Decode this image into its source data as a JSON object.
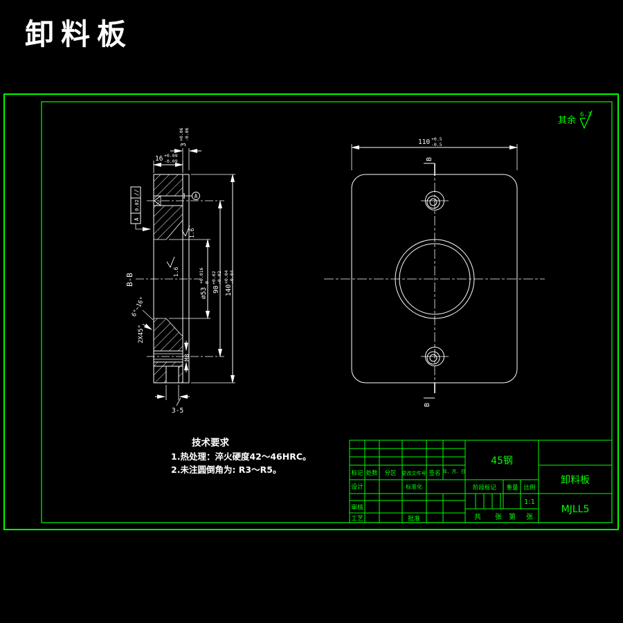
{
  "title": "卸料板",
  "colors": {
    "background": "#000000",
    "frame": "#00ff00",
    "lines": "#ffffff",
    "title_red": "#ee1111"
  },
  "surface_note": {
    "label": "其余",
    "roughness": "6.3"
  },
  "section_view": {
    "label": "B-B",
    "dim_thickness": {
      "value": "16",
      "upper": "+0.09",
      "lower": "-0.09"
    },
    "dim_step": {
      "value": "3",
      "upper": "+0.06",
      "lower": "-0.06"
    },
    "dim_bore": {
      "value": "∅53",
      "upper": "+0.016",
      "lower": "0"
    },
    "dim_inner": {
      "value": "90",
      "upper": "+0.02",
      "lower": "-0.02"
    },
    "dim_height": {
      "value": "140",
      "upper": "+0.04",
      "lower": "-0.04"
    },
    "chamfer": "2X45°",
    "taper": "6°~16°",
    "thread": "M8",
    "dim_slot": "3-5",
    "roughness_1": "1.6",
    "roughness_2": "1.6",
    "tolerance_frame": {
      "symbol": "//",
      "value": "0.02",
      "datum": "A"
    },
    "datum_label": "A"
  },
  "plan_view": {
    "dim_width": {
      "value": "110",
      "upper": "+0.5",
      "lower": "-0.5"
    },
    "section_mark_top": "B",
    "section_mark_bottom": "B"
  },
  "tech_requirements": {
    "title": "技术要求",
    "line1": "1.热处理：淬火硬度42～46HRC。",
    "line2": "2.未注圆倒角为: R3～R5。"
  },
  "title_block": {
    "headers": {
      "mark": "标记",
      "count": "处数",
      "zone": "分区",
      "doc_no": "更改文件号",
      "sign": "签名",
      "date": "年、月、日"
    },
    "rows": {
      "design": "设计",
      "standardize": "标准化",
      "check": "审核",
      "process": "工艺",
      "approve": "批准"
    },
    "material": "45钢",
    "part_name": "卸料板",
    "drawing_no": "MJLL5",
    "stage": "阶段标记",
    "weight": "重量",
    "scale_label": "比例",
    "scale": "1:1",
    "sheet": {
      "total": "共",
      "sheet1": "张",
      "page": "第",
      "sheet2": "张"
    }
  }
}
